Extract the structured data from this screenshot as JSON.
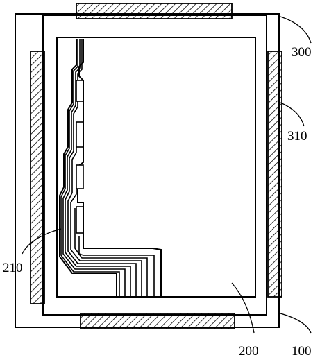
{
  "labels": {
    "outer_frame": "100",
    "inner_panel": "200",
    "middle_frame": "300",
    "side_pads": "310",
    "wiring": "210"
  },
  "colors": {
    "line": "#000000",
    "background": "#ffffff"
  }
}
